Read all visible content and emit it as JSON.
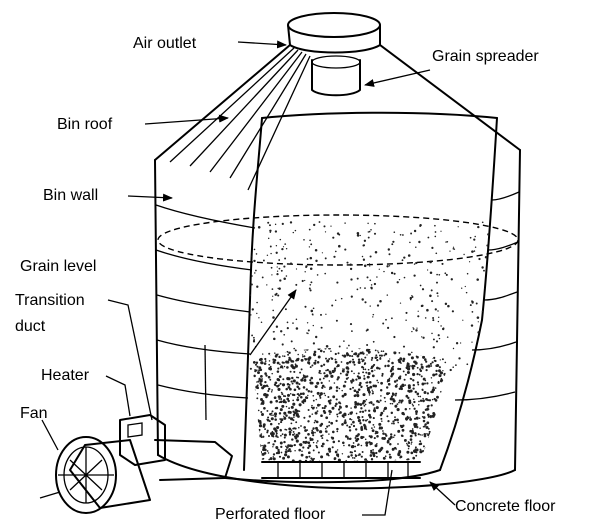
{
  "diagram": {
    "labels": {
      "air_outlet": "Air outlet",
      "grain_spreader": "Grain spreader",
      "bin_roof": "Bin roof",
      "bin_wall": "Bin wall",
      "grain_level": "Grain level",
      "transition_duct_line1": "Transition",
      "transition_duct_line2": "duct",
      "heater": "Heater",
      "fan": "Fan",
      "perforated_floor": "Perforated floor",
      "concrete_floor": "Concrete floor"
    }
  }
}
